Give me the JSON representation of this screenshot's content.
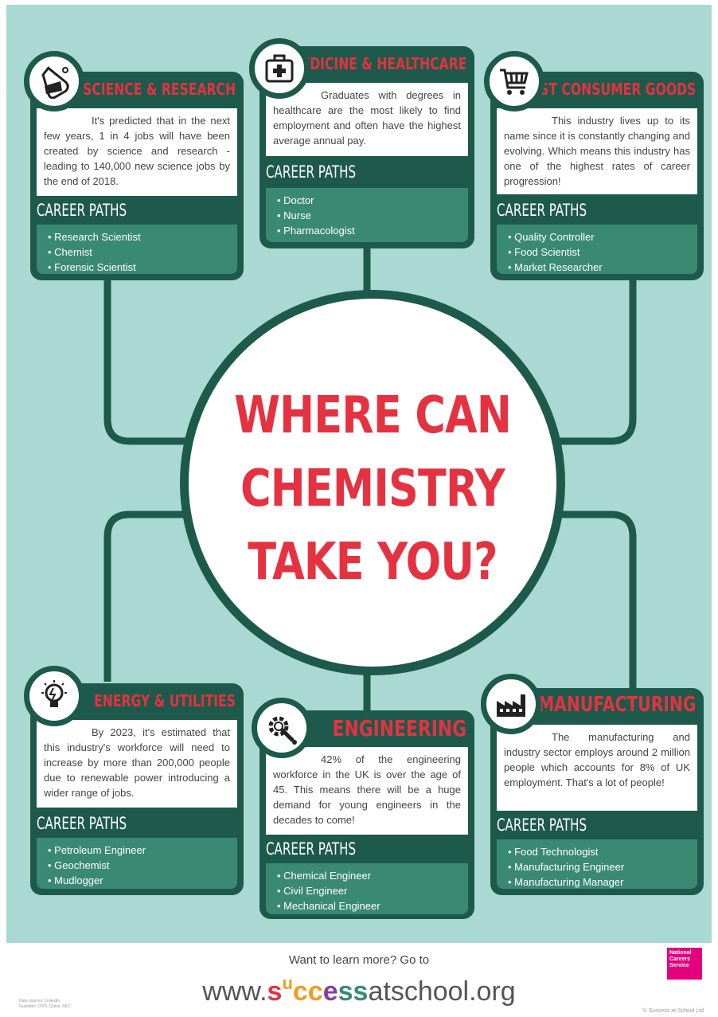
{
  "headline": [
    "WHERE CAN",
    "CHEMISTRY",
    "TAKE YOU?"
  ],
  "career_paths_label": "CAREER PATHS",
  "sectors": [
    {
      "id": "science",
      "icon": "flask-icon",
      "title": "SCIENCE & RESEARCH",
      "description": "It's predicted that in the next few years, 1 in 4 jobs will have been created by science and research - leading to 140,000 new science jobs by the end of 2018.",
      "paths": [
        "Research Scientist",
        "Chemist",
        "Forensic Scientist"
      ]
    },
    {
      "id": "medicine",
      "icon": "first-aid-kit-icon",
      "title": "MEDICINE & HEALTHCARE",
      "description": "Graduates with degrees in healthcare are the most likely to find employment and often have the highest average annual pay.",
      "paths": [
        "Doctor",
        "Nurse",
        "Pharmacologist"
      ]
    },
    {
      "id": "consumer",
      "icon": "shopping-cart-icon",
      "title": "FAST CONSUMER GOODS",
      "description": "This industry lives up to its name since it is constantly changing and evolving. Which means this industry has one of the highest rates of career progression!",
      "paths": [
        "Quality Controller",
        "Food Scientist",
        "Market Researcher"
      ]
    },
    {
      "id": "energy",
      "icon": "lightbulb-icon",
      "title": "ENERGY & UTILITIES",
      "description": "By 2023, it's estimated that this industry's workforce will need to increase by more than 200,000 people due to renewable power introducing a wider range of jobs.",
      "paths": [
        "Petroleum Engineer",
        "Geochemist",
        "Mudlogger"
      ]
    },
    {
      "id": "engineering",
      "icon": "gear-wrench-icon",
      "title": "ENGINEERING",
      "description": "42% of the engineering workforce in the UK is over the age of 45. This means there will be a huge demand for young engineers in the decades to come!",
      "paths": [
        "Chemical Engineer",
        "Civil Engineer",
        "Mechanical Engineer"
      ]
    },
    {
      "id": "manufacturing",
      "icon": "factory-icon",
      "title": "MANUFACTURING",
      "description": "The manufacturing and industry sector employs around 2 million people which accounts for 8% of UK employment. That's a lot of people!",
      "paths": [
        "Food Technologist",
        "Manufacturing Engineer",
        "Manufacturing Manager"
      ]
    }
  ],
  "footer": {
    "cta": "Want to learn more? Go to",
    "url_prefix": "www.",
    "url_s": "s",
    "url_u": "u",
    "url_cc": "cc",
    "url_e": "e",
    "url_ss": "ss",
    "url_suffix": "atschool.org",
    "sources": "Data sources: LinkedIn, Guardian, CIPD, Quest, REC",
    "copyright": "© Success at School Ltd",
    "ncs_logo": "National Careers Service"
  },
  "colors": {
    "background": "#a9d9d2",
    "dark_green": "#1d5a4c",
    "mid_green": "#3a8a73",
    "accent_red": "#e53241"
  }
}
